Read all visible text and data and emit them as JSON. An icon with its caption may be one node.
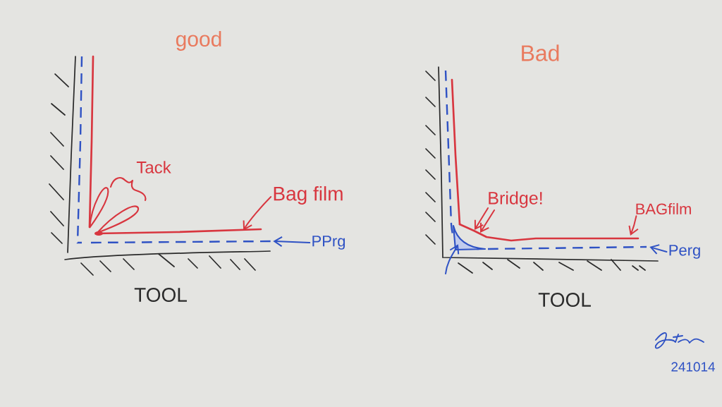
{
  "diagram": {
    "nodes": [
      {
        "text": [
          "Bag film"
        ]
      },
      {
        "text": [],
        "shape": "line"
      },
      {
        "text": [
          "PPrg"
        ]
      },
      {
        "text": [],
        "shape": "line"
      },
      {
        "text": [
          "Bridge!"
        ]
      },
      {
        "text": [],
        "shape": "line"
      },
      {
        "text": [
          "BAGfilm"
        ]
      },
      {
        "text": [
          "Perg"
        ]
      },
      {
        "text": [],
        "shape": "line"
      },
      {
        "text": [],
        "shape": "triangle"
      }
    ],
    "edges": [
      {
        "from": 0,
        "to": 1,
        "arrow": "to"
      },
      {
        "from": 2,
        "to": 3,
        "arrow": "to",
        "color": "#2f52c4"
      },
      {
        "from": 4,
        "to": 5,
        "arrow": "to"
      },
      {
        "from": 4,
        "to": 5,
        "arrow": "to"
      },
      {
        "from": 6,
        "to": 5,
        "arrow": "to"
      },
      {
        "from": 7,
        "to": 8,
        "arrow": "to",
        "color": "#2f52c4"
      },
      {
        "from": null,
        "to": 9,
        "arrow": "to",
        "color": "#2f52c4"
      }
    ],
    "labels": [
      "good",
      "Bad",
      "Tack",
      "TOOL",
      "TOOL",
      "241014"
    ]
  }
}
